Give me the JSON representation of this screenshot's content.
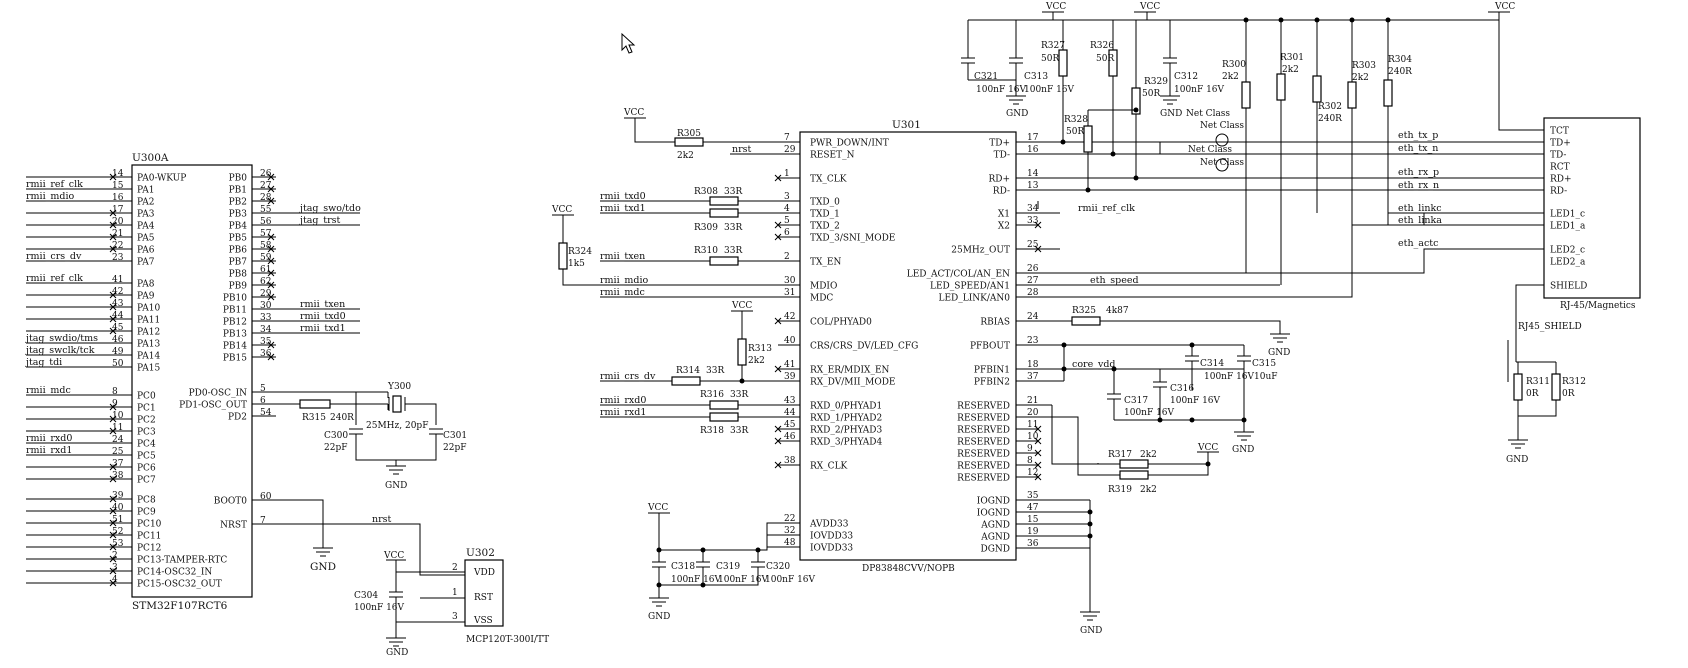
{
  "common": {
    "vcc": "VCC",
    "gnd": "GND",
    "net_class": "Net Class"
  },
  "mcu": {
    "ref": "U300A",
    "part": "STM32F107RCT6",
    "left_pins": [
      {
        "name": "PA0-WKUP",
        "num": "14",
        "net": ""
      },
      {
        "name": "PA1",
        "num": "15",
        "net": "rmii_ref_clk"
      },
      {
        "name": "PA2",
        "num": "16",
        "net": "rmii_mdio"
      },
      {
        "name": "PA3",
        "num": "17",
        "net": ""
      },
      {
        "name": "PA4",
        "num": "20",
        "net": ""
      },
      {
        "name": "PA5",
        "num": "21",
        "net": ""
      },
      {
        "name": "PA6",
        "num": "22",
        "net": ""
      },
      {
        "name": "PA7",
        "num": "23",
        "net": "rmii_crs_dv"
      },
      {
        "name": "PA8",
        "num": "41",
        "net": "rmii_ref_clk"
      },
      {
        "name": "PA9",
        "num": "42",
        "net": ""
      },
      {
        "name": "PA10",
        "num": "43",
        "net": ""
      },
      {
        "name": "PA11",
        "num": "44",
        "net": ""
      },
      {
        "name": "PA12",
        "num": "45",
        "net": ""
      },
      {
        "name": "PA13",
        "num": "46",
        "net": "jtag_swdio/tms"
      },
      {
        "name": "PA14",
        "num": "49",
        "net": "jtag_swclk/tck"
      },
      {
        "name": "PA15",
        "num": "50",
        "net": "jtag_tdi"
      },
      {
        "name": "PC0",
        "num": "8",
        "net": "rmii_mdc"
      },
      {
        "name": "PC1",
        "num": "9",
        "net": ""
      },
      {
        "name": "PC2",
        "num": "10",
        "net": ""
      },
      {
        "name": "PC3",
        "num": "11",
        "net": ""
      },
      {
        "name": "PC4",
        "num": "24",
        "net": "rmii_rxd0"
      },
      {
        "name": "PC5",
        "num": "25",
        "net": "rmii_rxd1"
      },
      {
        "name": "PC6",
        "num": "37",
        "net": ""
      },
      {
        "name": "PC7",
        "num": "38",
        "net": ""
      },
      {
        "name": "PC8",
        "num": "39",
        "net": ""
      },
      {
        "name": "PC9",
        "num": "40",
        "net": ""
      },
      {
        "name": "PC10",
        "num": "51",
        "net": ""
      },
      {
        "name": "PC11",
        "num": "52",
        "net": ""
      },
      {
        "name": "PC12",
        "num": "53",
        "net": ""
      },
      {
        "name": "PC13-TAMPER-RTC",
        "num": "2",
        "net": ""
      },
      {
        "name": "PC14-OSC32_IN",
        "num": "3",
        "net": ""
      },
      {
        "name": "PC15-OSC32_OUT",
        "num": "4",
        "net": ""
      }
    ],
    "right_pins": [
      {
        "name": "PB0",
        "num": "26",
        "net": ""
      },
      {
        "name": "PB1",
        "num": "27",
        "net": ""
      },
      {
        "name": "PB2",
        "num": "28",
        "net": ""
      },
      {
        "name": "PB3",
        "num": "55",
        "net": "jtag_swo/tdo"
      },
      {
        "name": "PB4",
        "num": "56",
        "net": "jtag_trst"
      },
      {
        "name": "PB5",
        "num": "57",
        "net": ""
      },
      {
        "name": "PB6",
        "num": "58",
        "net": ""
      },
      {
        "name": "PB7",
        "num": "59",
        "net": ""
      },
      {
        "name": "PB8",
        "num": "61",
        "net": ""
      },
      {
        "name": "PB9",
        "num": "62",
        "net": ""
      },
      {
        "name": "PB10",
        "num": "29",
        "net": ""
      },
      {
        "name": "PB11",
        "num": "30",
        "net": "rmii_txen"
      },
      {
        "name": "PB12",
        "num": "33",
        "net": "rmii_txd0"
      },
      {
        "name": "PB13",
        "num": "34",
        "net": "rmii_txd1"
      },
      {
        "name": "PB14",
        "num": "35",
        "net": ""
      },
      {
        "name": "PB15",
        "num": "36",
        "net": ""
      },
      {
        "name": "PD0-OSC_IN",
        "num": "5",
        "net": ""
      },
      {
        "name": "PD1-OSC_OUT",
        "num": "6",
        "net": ""
      },
      {
        "name": "PD2",
        "num": "54",
        "net": ""
      },
      {
        "name": "BOOT0",
        "num": "60",
        "net": ""
      },
      {
        "name": "NRST",
        "num": "7",
        "net": "nrst"
      }
    ]
  },
  "crystal": {
    "ref": "Y300",
    "value": "25MHz, 20pF",
    "r_ref": "R315",
    "r_val": "240R",
    "c1_ref": "C300",
    "c1_val": "22pF",
    "c2_ref": "C301",
    "c2_val": "22pF"
  },
  "supervisor": {
    "ref": "U302",
    "part": "MCP120T-300I/TT",
    "pins": [
      {
        "num": "2",
        "name": "VDD"
      },
      {
        "num": "1",
        "name": "RST"
      },
      {
        "num": "3",
        "name": "VSS"
      }
    ],
    "cap_ref": "C304",
    "cap_val": "100nF 16V"
  },
  "phy": {
    "ref": "U301",
    "part": "DP83848CVV/NOPB",
    "left_pins": [
      {
        "num": "7",
        "name": "PWR_DOWN/INT"
      },
      {
        "num": "29",
        "name": "RESET_N"
      },
      {
        "num": "1",
        "name": "TX_CLK"
      },
      {
        "num": "3",
        "name": "TXD_0"
      },
      {
        "num": "4",
        "name": "TXD_1"
      },
      {
        "num": "5",
        "name": "TXD_2"
      },
      {
        "num": "6",
        "name": "TXD_3/SNI_MODE"
      },
      {
        "num": "2",
        "name": "TX_EN"
      },
      {
        "num": "30",
        "name": "MDIO"
      },
      {
        "num": "31",
        "name": "MDC"
      },
      {
        "num": "42",
        "name": "COL/PHYAD0"
      },
      {
        "num": "40",
        "name": "CRS/CRS_DV/LED_CFG"
      },
      {
        "num": "41",
        "name": "RX_ER/MDIX_EN"
      },
      {
        "num": "39",
        "name": "RX_DV/MII_MODE"
      },
      {
        "num": "43",
        "name": "RXD_0/PHYAD1"
      },
      {
        "num": "44",
        "name": "RXD_1/PHYAD2"
      },
      {
        "num": "45",
        "name": "RXD_2/PHYAD3"
      },
      {
        "num": "46",
        "name": "RXD_3/PHYAD4"
      },
      {
        "num": "38",
        "name": "RX_CLK"
      },
      {
        "num": "22",
        "name": "AVDD33"
      },
      {
        "num": "32",
        "name": "IOVDD33"
      },
      {
        "num": "48",
        "name": "IOVDD33"
      }
    ],
    "right_pins": [
      {
        "num": "17",
        "name": "TD+"
      },
      {
        "num": "16",
        "name": "TD-"
      },
      {
        "num": "14",
        "name": "RD+"
      },
      {
        "num": "13",
        "name": "RD-"
      },
      {
        "num": "34",
        "name": "X1"
      },
      {
        "num": "33",
        "name": "X2"
      },
      {
        "num": "25",
        "name": "25MHz_OUT"
      },
      {
        "num": "26",
        "name": "LED_ACT/COL/AN_EN"
      },
      {
        "num": "27",
        "name": "LED_SPEED/AN1"
      },
      {
        "num": "28",
        "name": "LED_LINK/AN0"
      },
      {
        "num": "24",
        "name": "RBIAS"
      },
      {
        "num": "23",
        "name": "PFBOUT"
      },
      {
        "num": "18",
        "name": "PFBIN1"
      },
      {
        "num": "37",
        "name": "PFBIN2"
      },
      {
        "num": "21",
        "name": "RESERVED"
      },
      {
        "num": "20",
        "name": "RESERVED"
      },
      {
        "num": "11",
        "name": "RESERVED"
      },
      {
        "num": "10",
        "name": "RESERVED"
      },
      {
        "num": "9",
        "name": "RESERVED"
      },
      {
        "num": "8",
        "name": "RESERVED"
      },
      {
        "num": "12",
        "name": "RESERVED"
      },
      {
        "num": "35",
        "name": "IOGND"
      },
      {
        "num": "47",
        "name": "IOGND"
      },
      {
        "num": "15",
        "name": "AGND"
      },
      {
        "num": "19",
        "name": "AGND"
      },
      {
        "num": "36",
        "name": "DGND"
      }
    ]
  },
  "rj45": {
    "ref": "RJ-45/Magnetics",
    "pins": [
      "TCT",
      "TD+",
      "TD-",
      "RCT",
      "RD+",
      "RD-",
      "LED1_c",
      "LED1_a",
      "LED2_c",
      "LED2_a",
      "SHIELD"
    ]
  },
  "nets": {
    "nrst": "nrst",
    "rmii_txd0": "rmii_txd0",
    "rmii_txd1": "rmii_txd1",
    "rmii_txen": "rmii_txen",
    "rmii_mdio": "rmii_mdio",
    "rmii_mdc": "rmii_mdc",
    "rmii_crs_dv": "rmii_crs_dv",
    "rmii_rxd0": "rmii_rxd0",
    "rmii_rxd1": "rmii_rxd1",
    "rmii_ref_clk": "rmii_ref_clk",
    "eth_tx_p": "eth_tx_p",
    "eth_tx_n": "eth_tx_n",
    "eth_rx_p": "eth_rx_p",
    "eth_rx_n": "eth_rx_n",
    "eth_linkc": "eth_linkc",
    "eth_linka": "eth_linka",
    "eth_actc": "eth_actc",
    "eth_speed": "eth_speed",
    "core_vdd": "core_vdd",
    "rj45_shield": "RJ45_SHIELD"
  },
  "components": {
    "r305": {
      "ref": "R305",
      "val": "2k2"
    },
    "r308": {
      "ref": "R308",
      "val": "33R"
    },
    "r309": {
      "ref": "R309",
      "val": "33R"
    },
    "r310": {
      "ref": "R310",
      "val": "33R"
    },
    "r324": {
      "ref": "R324",
      "val": "1k5"
    },
    "r313": {
      "ref": "R313",
      "val": "2k2"
    },
    "r314": {
      "ref": "R314",
      "val": "33R"
    },
    "r316": {
      "ref": "R316",
      "val": "33R"
    },
    "r318": {
      "ref": "R318",
      "val": "33R"
    },
    "r325": {
      "ref": "R325",
      "val": "4k87"
    },
    "r317": {
      "ref": "R317",
      "val": "2k2"
    },
    "r319": {
      "ref": "R319",
      "val": "2k2"
    },
    "r327": {
      "ref": "R327",
      "val": "50R"
    },
    "r326": {
      "ref": "R326",
      "val": "50R"
    },
    "r328": {
      "ref": "R328",
      "val": "50R"
    },
    "r329": {
      "ref": "R329",
      "val": "50R"
    },
    "r300": {
      "ref": "R300",
      "val": "2k2"
    },
    "r301": {
      "ref": "R301",
      "val": "2k2"
    },
    "r302": {
      "ref": "R302",
      "val": "240R"
    },
    "r303": {
      "ref": "R303",
      "val": "2k2"
    },
    "r304": {
      "ref": "R304",
      "val": "240R"
    },
    "r311": {
      "ref": "R311",
      "val": "0R"
    },
    "r312": {
      "ref": "R312",
      "val": "0R"
    },
    "c321": {
      "ref": "C321",
      "val": "100nF 16V"
    },
    "c313": {
      "ref": "C313",
      "val": "100nF 16V"
    },
    "c312": {
      "ref": "C312",
      "val": "100nF 16V"
    },
    "c314": {
      "ref": "C314",
      "val": "100nF 16V"
    },
    "c315": {
      "ref": "C315",
      "val": "10uF"
    },
    "c316": {
      "ref": "C316",
      "val": "100nF 16V"
    },
    "c317": {
      "ref": "C317",
      "val": "100nF 16V"
    },
    "c318": {
      "ref": "C318",
      "val": "100nF 16V"
    },
    "c319": {
      "ref": "C319",
      "val": "100nF 16V"
    },
    "c320": {
      "ref": "C320",
      "val": "100nF 16V"
    }
  }
}
